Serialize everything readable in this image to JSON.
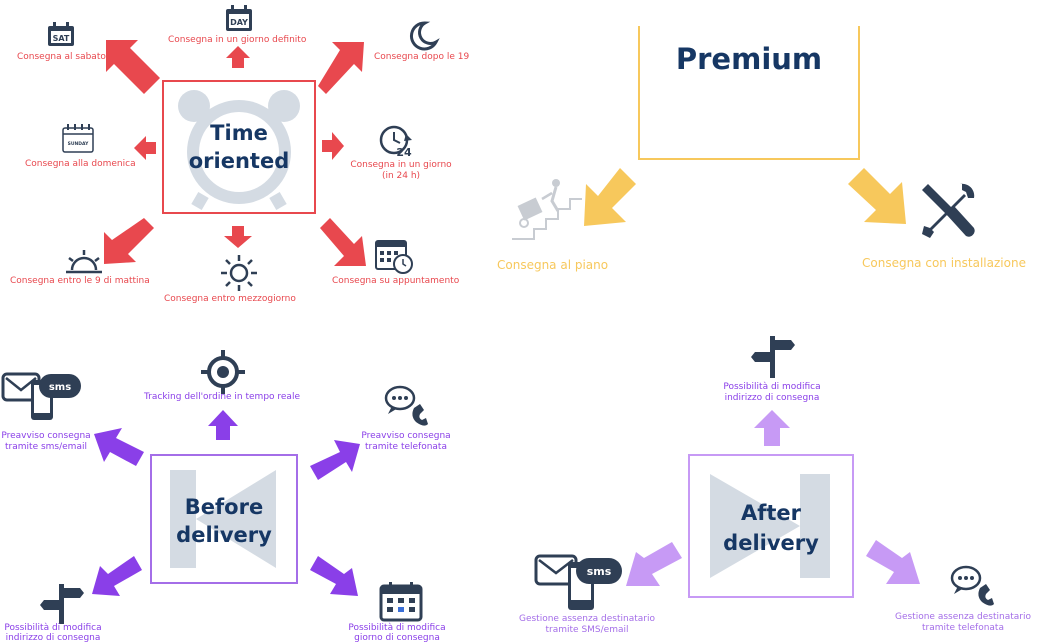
{
  "time_oriented": {
    "title_line1": "Time",
    "title_line2": "oriented",
    "sat_icon_text": "SAT",
    "day_icon_text": "DAY",
    "sunday_icon_text": "SUNDAY",
    "hours_icon_text": "24",
    "labels": {
      "saturday": "Consegna al sabato",
      "definite_day": "Consegna in un giorno definito",
      "after_19": "Consegna dopo le 19",
      "sunday": "Consegna alla domenica",
      "in_24h_line1": "Consegna in un giorno",
      "in_24h_line2": "(in 24 h)",
      "before_9": "Consegna entro le 9 di mattina",
      "noon": "Consegna entro mezzogiorno",
      "appointment": "Consegna su appuntamento"
    }
  },
  "premium": {
    "title": "Premium",
    "labels": {
      "floor": "Consegna al piano",
      "installation": "Consegna con installazione"
    }
  },
  "before_delivery": {
    "title_line1": "Before",
    "title_line2": "delivery",
    "sms_icon_text": "sms",
    "labels": {
      "tracking": "Tracking dell'ordine in tempo reale",
      "sms_line1": "Preavviso consegna",
      "sms_line2": "tramite sms/email",
      "call_line1": "Preavviso consegna",
      "call_line2": "tramite telefonata",
      "address_line1": "Possibilità di modifica",
      "address_line2": "indirizzo di consegna",
      "day_line1": "Possibilità di modifica",
      "day_line2": "giorno di consegna"
    }
  },
  "after_delivery": {
    "title_line1": "After",
    "title_line2": "delivery",
    "sms_icon_text": "sms",
    "labels": {
      "address_line1": "Possibilità di modifica",
      "address_line2": "indirizzo di consegna",
      "sms_line1": "Gestione assenza destinatario",
      "sms_line2": "tramite SMS/email",
      "call_line1": "Gestione assenza destinatario",
      "call_line2": "tramite telefonata"
    }
  },
  "colors": {
    "red": "#e8484e",
    "yellow": "#f7c85c",
    "purple": "#8a3fe8",
    "lilac": "#c79af5",
    "navy": "#163764",
    "gray": "#d4dbe3",
    "icon_dark": "#2f3f55"
  }
}
